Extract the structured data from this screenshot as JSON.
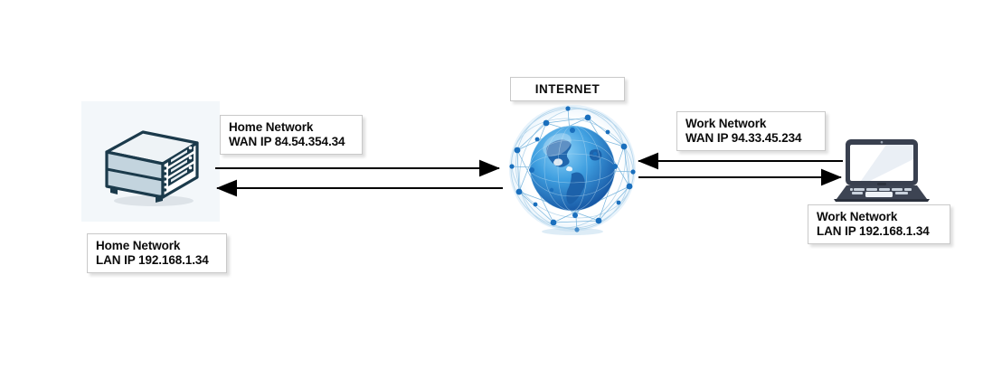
{
  "diagram": {
    "title_chip": {
      "label": "INTERNET"
    },
    "nodes": {
      "home_server": {
        "icon": "nas-server-icon",
        "wan_label": {
          "line1": "Home Network",
          "line2": "WAN IP 84.54.354.34"
        },
        "lan_label": {
          "line1": "Home Network",
          "line2": "LAN IP 192.168.1.34"
        }
      },
      "internet": {
        "icon": "network-globe-icon"
      },
      "work_laptop": {
        "icon": "laptop-icon",
        "wan_label": {
          "line1": "Work Network",
          "line2": "WAN IP 94.33.45.234"
        },
        "lan_label": {
          "line1": "Work Network",
          "line2": "LAN IP 192.168.1.34"
        }
      }
    },
    "connections": [
      {
        "name": "home-to-internet",
        "direction": "right"
      },
      {
        "name": "internet-to-home",
        "direction": "left"
      },
      {
        "name": "work-to-internet",
        "direction": "left"
      },
      {
        "name": "internet-to-work",
        "direction": "right"
      }
    ],
    "colors": {
      "background": "#ffffff",
      "panel": "#f3f7fa",
      "device_outline": "#1b3a4b",
      "globe_blue": "#1f74c4",
      "arrow": "#000000",
      "callout_border": "#c9c9c9",
      "text": "#0b0b0b"
    }
  }
}
